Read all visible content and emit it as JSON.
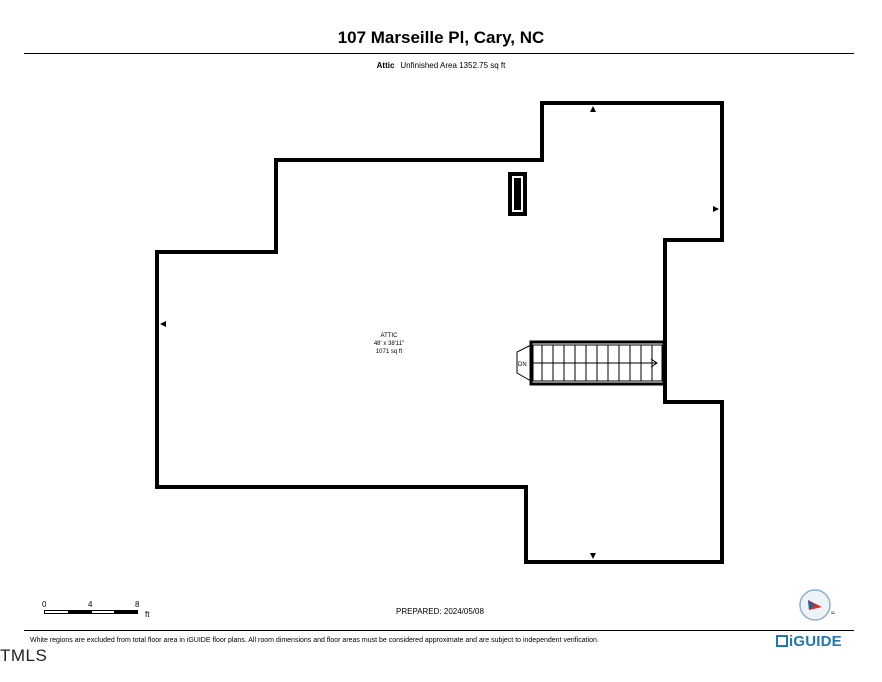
{
  "header": {
    "address": "107 Marseille Pl, Cary, NC",
    "level": "Attic",
    "area_summary": "Unfinished Area 1352.75 sq ft"
  },
  "room": {
    "name": "ATTIC",
    "dimensions": "48' x 38'11\"",
    "area": "1071 sq ft"
  },
  "stairs_label": "DN",
  "scale": {
    "labels": [
      "0",
      "4",
      "8"
    ],
    "unit": "ft"
  },
  "prepared": "PREPARED: 2024/05/08",
  "disclaimer": "White regions are excluded from total floor area in iGUIDE floor plans. All room dimensions and floor areas must be considered approximate and are subject to independent verification.",
  "brand": "iGUIDE",
  "watermark": "TMLS",
  "colors": {
    "wall": "#000000",
    "brand": "#1f77b4",
    "compass_needle": "#d9302c"
  },
  "icons": [
    "compass-icon",
    "iguide-logo-icon"
  ]
}
